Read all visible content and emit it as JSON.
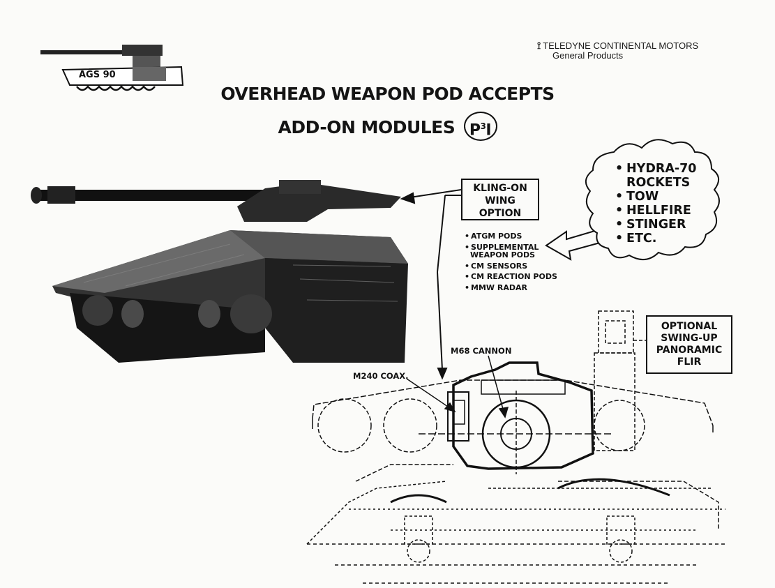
{
  "header": {
    "company_line1": "TELEDYNE CONTINENTAL MOTORS",
    "company_line2": "General Products",
    "badge": "AGS 90"
  },
  "title": {
    "line1": "OVERHEAD WEAPON POD ACCEPTS",
    "line2": "ADD-ON MODULES",
    "p3i_base": "P",
    "p3i_sup": "3",
    "p3i_end": "I"
  },
  "kling_box": [
    "KLING-ON",
    "WING",
    "OPTION"
  ],
  "pod_list": [
    {
      "line1": "ATGM PODS"
    },
    {
      "line1": "SUPPLEMENTAL",
      "line2": "WEAPON PODS"
    },
    {
      "line1": "CM SENSORS"
    },
    {
      "line1": "CM REACTION PODS"
    },
    {
      "line1": "MMW RADAR"
    }
  ],
  "cloud_list": [
    {
      "text": "HYDRA-70",
      "bullet": true
    },
    {
      "text": "ROCKETS",
      "bullet": false
    },
    {
      "text": "TOW",
      "bullet": true
    },
    {
      "text": "HELLFIRE",
      "bullet": true
    },
    {
      "text": "STINGER",
      "bullet": true
    },
    {
      "text": "ETC.",
      "bullet": true
    }
  ],
  "flir_box": [
    "OPTIONAL",
    "SWING-UP",
    "PANORAMIC",
    "FLIR"
  ],
  "labels": {
    "m68": "M68 CANNON",
    "m240": "M240 COAX."
  }
}
